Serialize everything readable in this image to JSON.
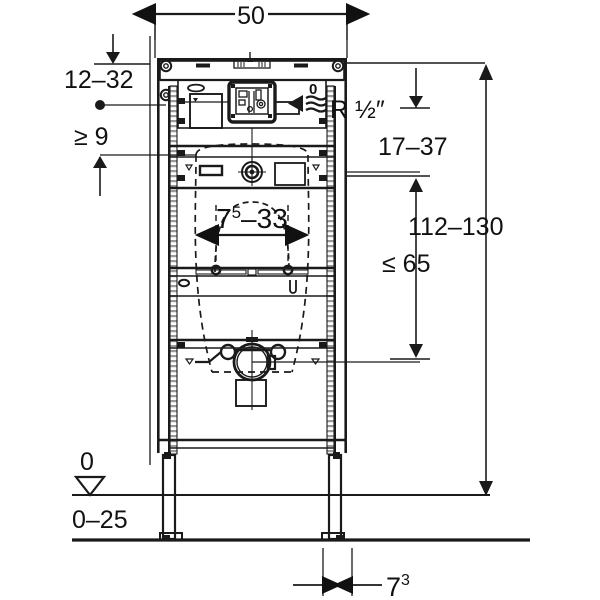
{
  "drawing": {
    "type": "technical-dimension-drawing",
    "subject": "Sanitary installation frame element (front elevation)",
    "units": "cm",
    "background_color": "#ffffff",
    "line_color": "#1a1a1a",
    "hatch_color": "#8c8c8c"
  },
  "dimensions": {
    "width_top": "50",
    "top_offset": "12–32",
    "min_clearance": "≥ 9",
    "water_connection": "R ½″",
    "mount_range": "17–37",
    "overall_height": "112–130",
    "max_height": "≤ 65",
    "bracket_spread": "7",
    "bracket_spread_sup": "5",
    "bracket_spread_to": "–33",
    "floor_zero": "0",
    "floor_adjust": "0–25",
    "foot_depth": "7",
    "foot_depth_sup": "3",
    "outlet_label": "0"
  },
  "labels": {
    "width_top": "50",
    "top_offset": "12–32",
    "min_clearance": "≥ 9",
    "water_connection": "R ½″",
    "mount_range": "17–37",
    "overall_height": "112–130",
    "max_height": "≤ 65",
    "floor_zero": "0",
    "floor_adjust": "0–25",
    "bracket_base": "7",
    "bracket_sup": "5",
    "bracket_rest": "–33",
    "foot_base": "7",
    "foot_sup": "3"
  }
}
